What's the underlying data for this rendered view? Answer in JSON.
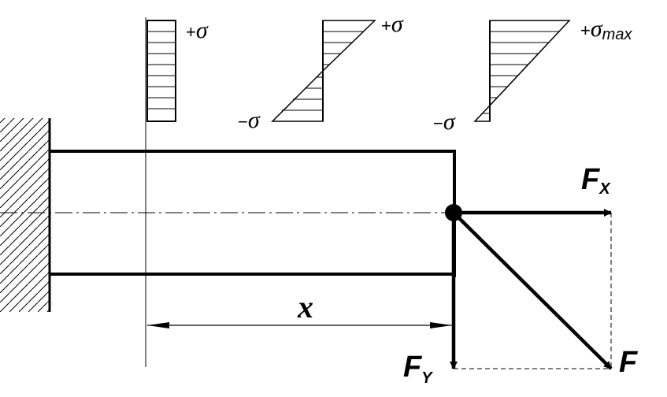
{
  "diagram": {
    "stress_diagrams": [
      {
        "top_sign": "+",
        "top_symbol": "σ"
      },
      {
        "top_sign": "+",
        "top_symbol": "σ",
        "bottom_sign": "−",
        "bottom_symbol": "σ"
      },
      {
        "top_sign": "+",
        "top_symbol": "σ",
        "top_subscript": "max",
        "bottom_sign": "−",
        "bottom_symbol": "σ"
      }
    ],
    "forces": {
      "fx_symbol": "F",
      "fx_subscript": "X",
      "fy_symbol": "F",
      "fy_subscript": "Y",
      "f_symbol": "F"
    },
    "dimension_label": "x"
  }
}
